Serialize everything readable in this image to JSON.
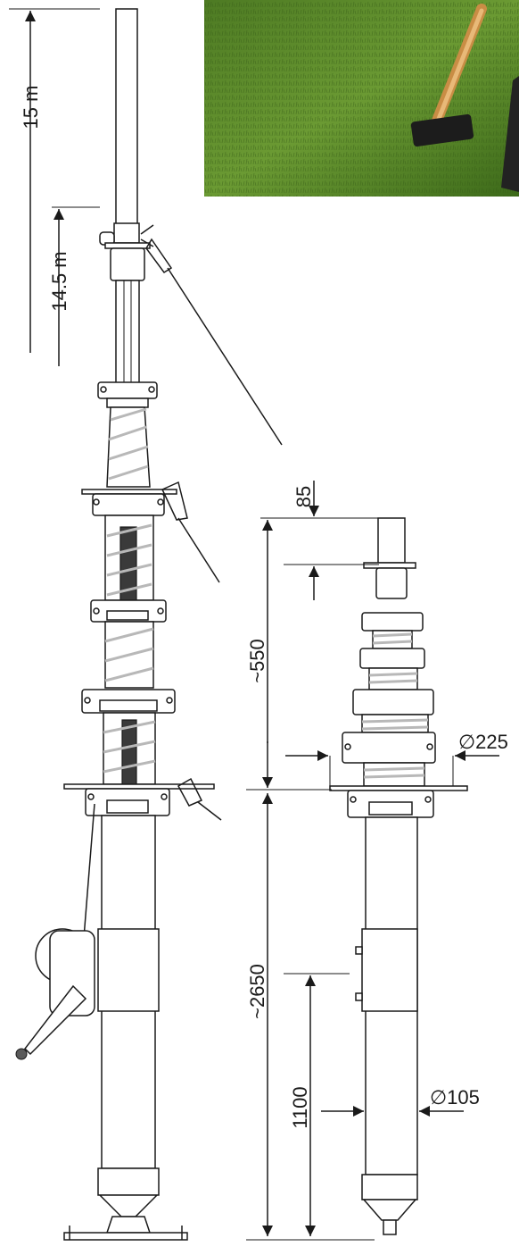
{
  "dimensions": {
    "overall_height": "15 m",
    "working_height": "14.5 m",
    "head_offset": "85",
    "nested_height": "~550",
    "diameter_top": "∅225",
    "base_height": "~2650",
    "lower_section": "1100",
    "diameter_base": "∅105"
  },
  "colors": {
    "line": "#1a1a1a",
    "spring": "#b8b8b8",
    "grass_dark": "#3f6a1e",
    "grass_light": "#6e9a35",
    "hammer_handle": "#d9a35c"
  }
}
